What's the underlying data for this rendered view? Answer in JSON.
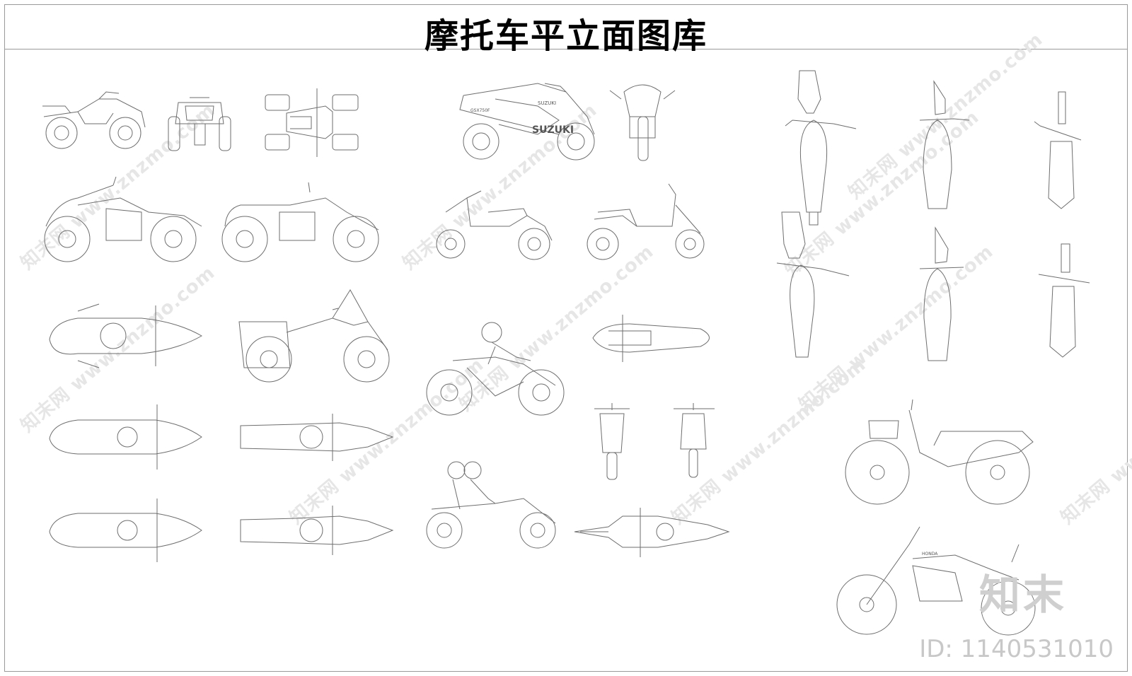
{
  "header": {
    "title": "摩托车平立面图库"
  },
  "watermark": {
    "site": "知末网 www.znzmo.com",
    "brand": "知末",
    "id_label": "ID: 1140531010"
  },
  "drawing_labels": {
    "suzuki_tank": "SUZUKI",
    "suzuki_tail": "SUZUKI",
    "side_text": "GSX750F",
    "cub_badge": "HONDA"
  },
  "colors": {
    "line": "#7a7a7a",
    "watermark": "#e6e6e6",
    "frame": "#9a9a9a"
  }
}
